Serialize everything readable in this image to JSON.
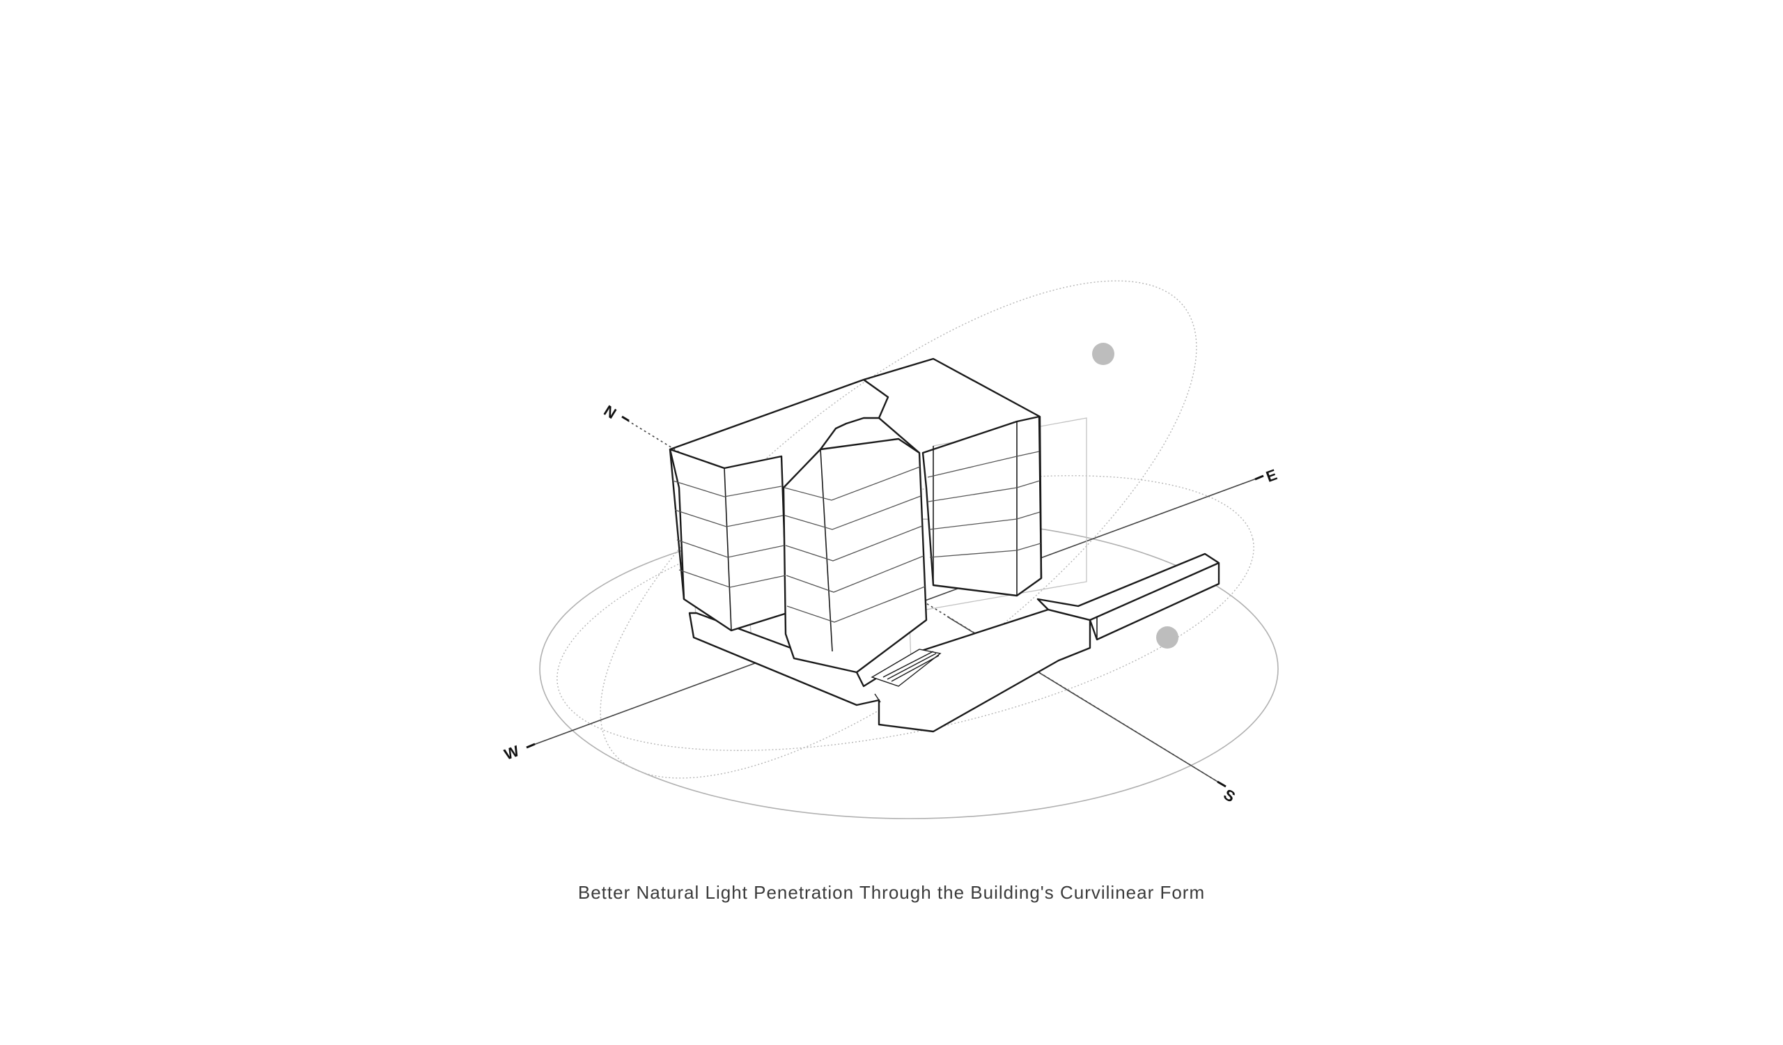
{
  "compass": {
    "north": "N",
    "east": "E",
    "south": "S",
    "west": "W"
  },
  "caption": "Better Natural Light Penetration Through the Building's Curvilinear Form",
  "colors": {
    "background": "#ffffff",
    "building_line": "#1a1a1a",
    "hidden_line": "#b8b8b8",
    "sun_path": "#a8a8a8",
    "sun": "#bdbdbd",
    "caption_text": "#3a3a3a"
  },
  "icons": {
    "sun": "sun-icon",
    "stair": "stair-icon"
  }
}
